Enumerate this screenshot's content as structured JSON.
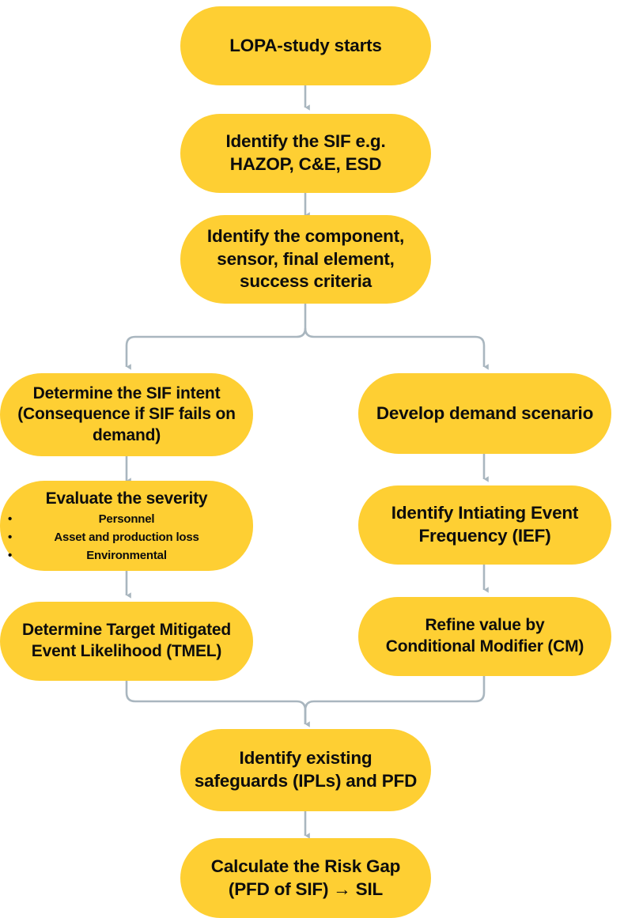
{
  "diagram": {
    "title": "LOPA study workflow flowchart",
    "colors": {
      "node_fill": "#FECF33",
      "node_text": "#0D0D0D",
      "connector": "#A9B6BF",
      "background": "#FFFFFF"
    },
    "nodes": [
      {
        "id": "start",
        "lines": [
          "LOPA-study starts"
        ]
      },
      {
        "id": "identify-sif",
        "lines": [
          "Identify the SIF e.g.",
          "HAZOP, C&E, ESD"
        ]
      },
      {
        "id": "identify-component",
        "lines": [
          "Identify the component,",
          "sensor, final element,",
          "success criteria"
        ]
      },
      {
        "id": "determine-sif-intent",
        "lines": [
          "Determine the SIF intent",
          "(Consequence if SIF fails on",
          "demand)"
        ]
      },
      {
        "id": "develop-demand-scenario",
        "lines": [
          "Develop demand scenario"
        ]
      },
      {
        "id": "evaluate-severity",
        "lines": [
          "Evaluate the severity"
        ],
        "bullets": [
          "Personnel",
          "Asset and production loss",
          "Environmental"
        ]
      },
      {
        "id": "identify-ief",
        "lines": [
          "Identify Intiating Event",
          "Frequency (IEF)"
        ]
      },
      {
        "id": "determine-tmel",
        "lines": [
          "Determine Target Mitigated",
          "Event Likelihood (TMEL)"
        ]
      },
      {
        "id": "refine-cm",
        "lines": [
          "Refine value by",
          "Conditional Modifier (CM)"
        ]
      },
      {
        "id": "identify-safeguards",
        "lines": [
          "Identify existing",
          "safeguards (IPLs) and PFD"
        ]
      },
      {
        "id": "calculate-risk-gap",
        "lines": [
          "Calculate the Risk Gap",
          "(PFD of SIF) → SIL"
        ]
      }
    ]
  }
}
